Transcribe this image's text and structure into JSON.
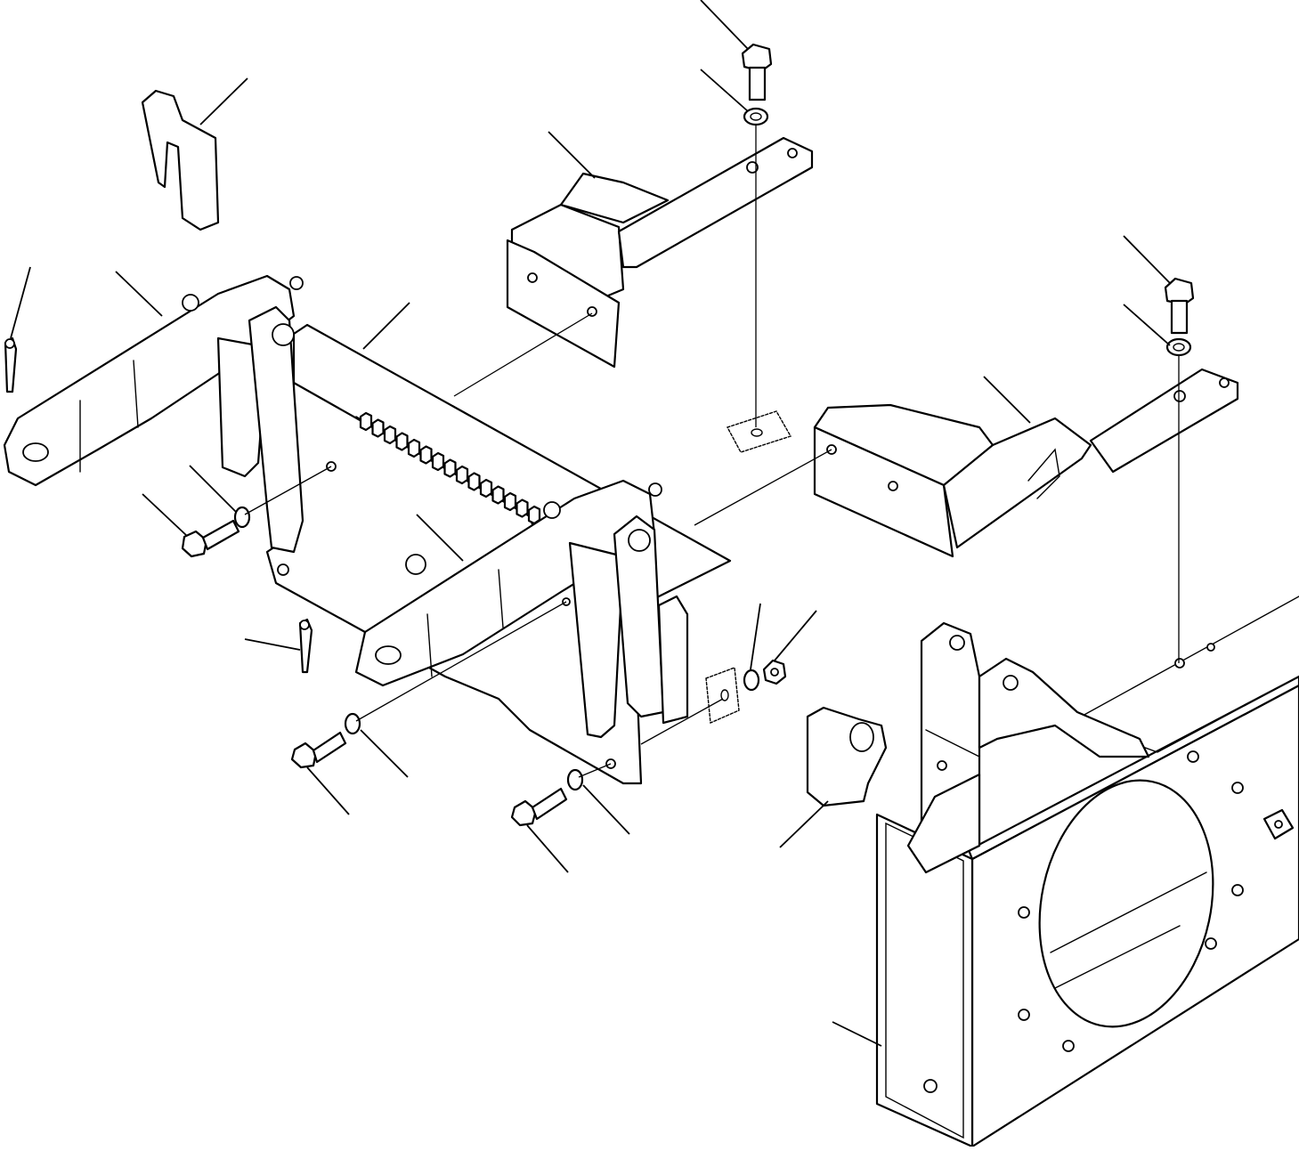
{
  "diagram": {
    "type": "exploded-parts-drawing",
    "labels": [],
    "parts": [
      "left-retainer-clip",
      "right-retainer-clip",
      "left-lever-arm",
      "right-lever-arm",
      "rack-plate-bracket",
      "upper-left-mount-bracket",
      "upper-right-mount-bracket",
      "frame-housing",
      "cotter-pins",
      "bolts",
      "washers",
      "nuts",
      "shims"
    ],
    "leader_lines": 18
  }
}
